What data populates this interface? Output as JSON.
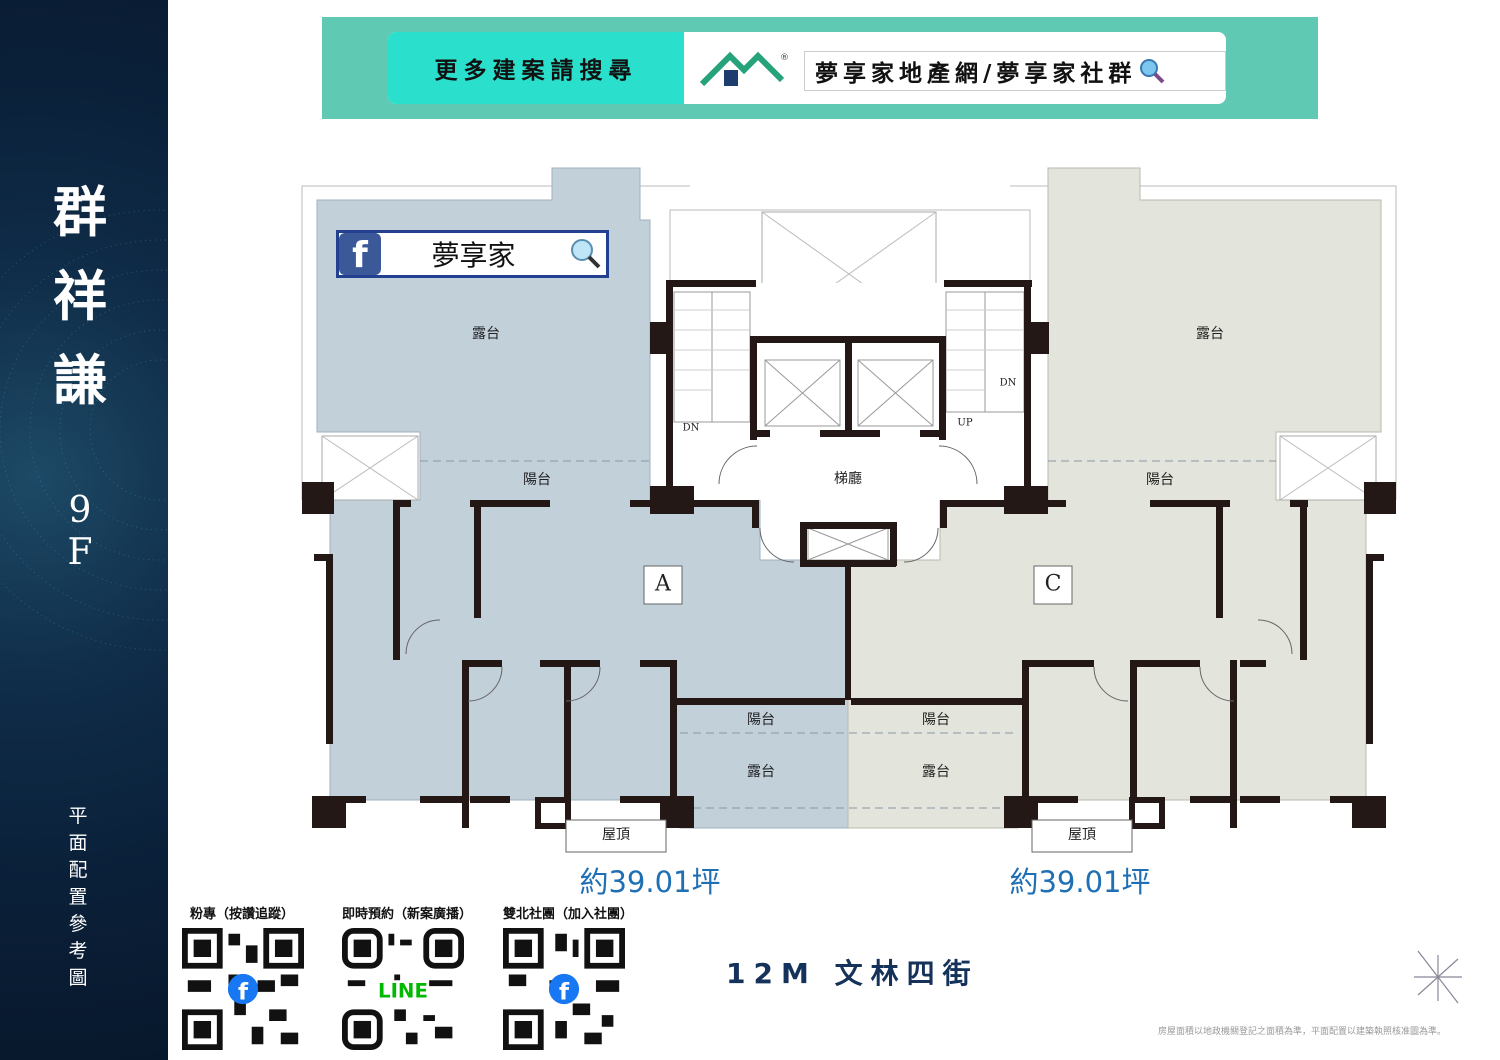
{
  "sidebar": {
    "project_name": "群祥謙",
    "floor": "9F",
    "subtitle": "平面配置參考圖"
  },
  "banner": {
    "left_text": "更多建案請搜尋",
    "search_text": "夢享家地產網/夢享家社群",
    "registered_mark": "®"
  },
  "fb_badge": {
    "text": "夢享家"
  },
  "plan": {
    "labels": {
      "terrace_left": "露台",
      "terrace_right": "露台",
      "balcony_left": "陽台",
      "balcony_right": "陽台",
      "lobby": "梯廳",
      "unit_a": "A",
      "unit_c": "C",
      "balcony_south_a": "陽台",
      "balcony_south_c": "陽台",
      "terrace_south_a": "露台",
      "terrace_south_c": "露台",
      "roof_a": "屋頂",
      "roof_c": "屋頂",
      "stair_dn_left": "DN",
      "stair_up": "UP",
      "stair_dn_right": "DN"
    },
    "areas": {
      "unit_a": "約39.01坪",
      "unit_c": "約39.01坪"
    },
    "colors": {
      "unit_a": "#c2d0da",
      "unit_c": "#e3e5dc",
      "wall": "#231815"
    }
  },
  "qr": [
    {
      "label": "粉專（按讚追蹤）",
      "icon": "facebook"
    },
    {
      "label": "即時預約（新案廣播）",
      "icon": "line",
      "icon_text": "LINE"
    },
    {
      "label": "雙北社團（加入社團）",
      "icon": "facebook"
    }
  ],
  "street": "12M 文林四街",
  "disclaimer": "房屋面積以地政機關登記之面積為準，平面配置以建築執照核准圖為準。"
}
